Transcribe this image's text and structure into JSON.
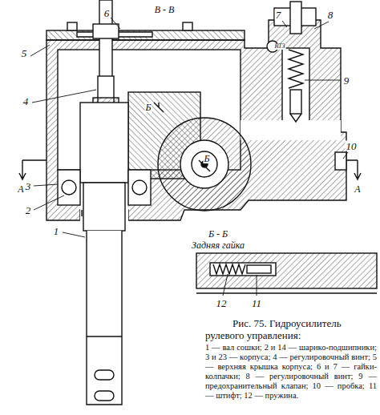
{
  "diagram": {
    "caption": "Рис. 75. Гидроусилитель рулевого управления:",
    "labels": [
      "6",
      "В - В",
      "7",
      "8",
      "ВТЗ",
      "5",
      "4",
      "9",
      "Б",
      "Б",
      "10",
      "А",
      "А",
      "3",
      "2",
      "1",
      "Б - Б",
      "Задняя гайка",
      "12",
      "11",
      "1 — вал сошки; 2 и 14 — шарико-подшипники; 3 и 23 — корпуса; 4 — регулировочный винт; 5 — верхняя крышка корпуса; 6 и 7 — гайки-колпачки; 8 — регулировочный винт; 9 — предохранительный клапан; 10 — пробка; 11 — штифт; 12 — пружина."
    ]
  }
}
